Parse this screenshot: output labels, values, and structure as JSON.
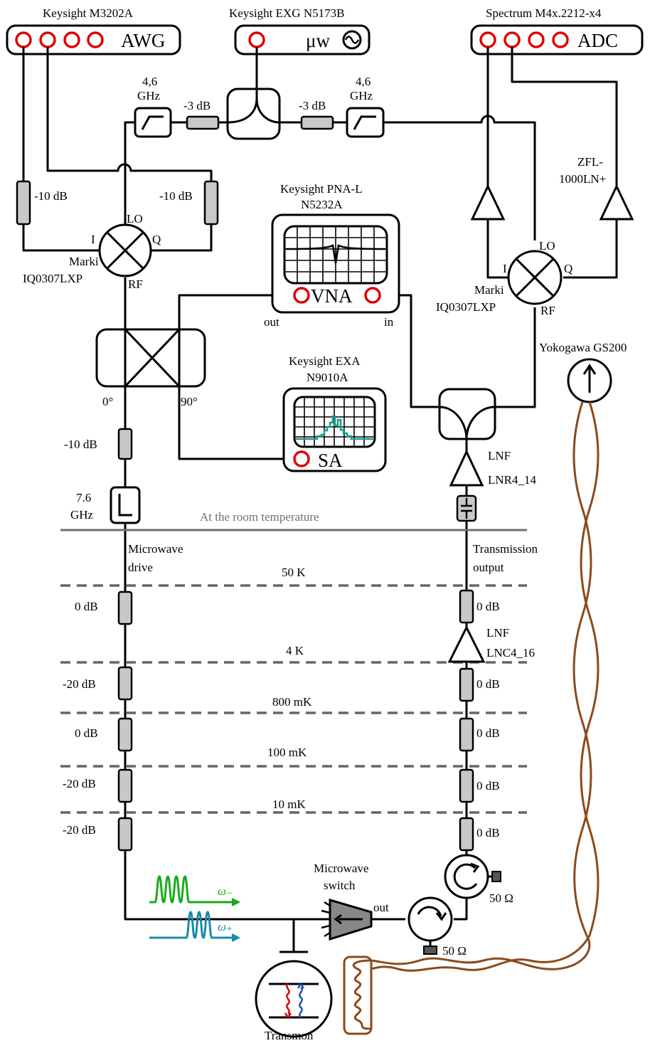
{
  "instruments": {
    "awg_model": "Keysight M3202A",
    "awg_label": "AWG",
    "mw_model": "Keysight EXG N5173B",
    "mw_label": "μw",
    "adc_model": "Spectrum M4x.2212-x4",
    "adc_label": "ADC",
    "vna_model_1": "Keysight PNA-L",
    "vna_model_2": "N5232A",
    "vna_label": "VNA",
    "vna_out": "out",
    "vna_in": "in",
    "sa_model_1": "Keysight EXA",
    "sa_model_2": "N9010A",
    "sa_label": "SA",
    "yoko_model": "Yokogawa GS200"
  },
  "filters": {
    "lpf_left_1": "4,6",
    "lpf_left_2": "GHz",
    "lpf_right_1": "4,6",
    "lpf_right_2": "GHz",
    "hpf_1": "7.6",
    "hpf_2": "GHz"
  },
  "attenuators": {
    "splitter_left": "-3 dB",
    "splitter_right": "-3 dB",
    "awg_i": "-10 dB",
    "awg_q": "-10 dB",
    "hybrid_out": "-10 dB",
    "drive": [
      "0 dB",
      "-20 dB",
      "0 dB",
      "-20 dB",
      "-20 dB"
    ],
    "output": [
      "0 dB",
      "0 dB",
      "0 dB",
      "0 dB",
      "0 dB"
    ]
  },
  "mixers": {
    "left_lo": "LO",
    "left_i": "I",
    "left_q": "Q",
    "left_rf": "RF",
    "left_name_1": "Marki",
    "left_name_2": "IQ0307LXP",
    "right_lo": "LO",
    "right_i": "I",
    "right_q": "Q",
    "right_rf": "RF",
    "right_name_1": "Marki",
    "right_name_2": "IQ0307LXP"
  },
  "hybrid": {
    "port_0": "0°",
    "port_90": "90°"
  },
  "amplifiers": {
    "zfl_1": "ZFL-",
    "zfl_2": "1000LN+",
    "lnr_1": "LNF",
    "lnr_2": "LNR4_14",
    "lnc_1": "LNF",
    "lnc_2": "LNC4_16"
  },
  "stages": {
    "room": "At the room temperature",
    "s50k": "50 K",
    "s4k": "4 K",
    "s800mk": "800 mK",
    "s100mk": "100 mK",
    "s10mk": "10 mK"
  },
  "lines": {
    "drive_1": "Microwave",
    "drive_2": "drive",
    "out_1": "Transmission",
    "out_2": "output"
  },
  "sample": {
    "switch_1": "Microwave",
    "switch_2": "switch",
    "switch_out": "out",
    "term_1": "50 Ω",
    "term_2": "50 Ω",
    "omega_minus": "ω₋",
    "omega_plus": "ω₊",
    "transmon": "Transmon"
  },
  "colors": {
    "port_red": "#e00000",
    "pulse_green": "#1aab1a",
    "pulse_teal": "#1a8aaa",
    "twisted_pair": "#8b4a1c",
    "stage_dash": "#666666",
    "spectrum_teal": "#1a9a8a"
  }
}
